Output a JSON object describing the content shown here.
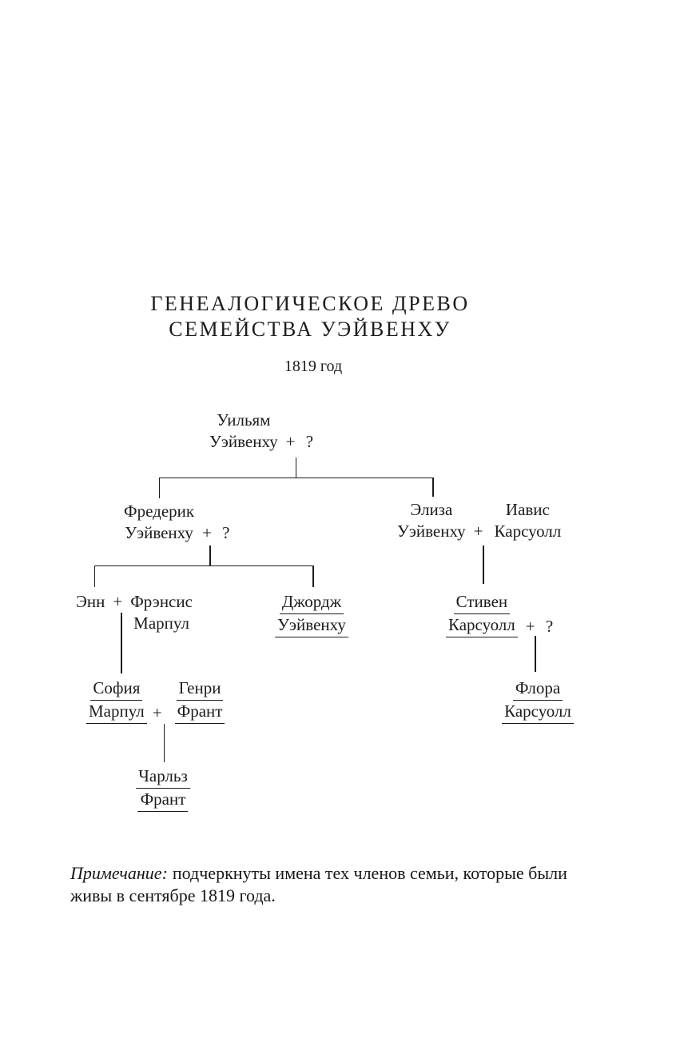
{
  "title": {
    "line1": "ГЕНЕАЛОГИЧЕСКОЕ ДРЕВО",
    "line2": "СЕМЕЙСТВА УЭЙВЕНХУ",
    "year": "1819 год"
  },
  "tree": {
    "plus": "+",
    "william": {
      "first": "Уильям",
      "last": "Уэйвенху",
      "spouse": "+ ?"
    },
    "frederick": {
      "first": "Фредерик",
      "last": "Уэйвенху",
      "spouse": "+ ?"
    },
    "eliza": {
      "first": "Элиза",
      "last": "Уэйвенху"
    },
    "iavis": {
      "first": "Иавис",
      "last": "Карсуолл"
    },
    "ann": {
      "first": "Энн"
    },
    "francis": {
      "first": "Фрэнсис",
      "last": "Марпул"
    },
    "george": {
      "first": "Джордж",
      "last": "Уэйвенху"
    },
    "stephen": {
      "first": "Стивен",
      "last": "Карсуолл",
      "spouse": "+ ?"
    },
    "sophia": {
      "first": "София",
      "last": "Марпул"
    },
    "henry": {
      "first": "Генри",
      "last": "Франт"
    },
    "flora": {
      "first": "Флора",
      "last": "Карсуолл"
    },
    "charles": {
      "first": "Чарльз",
      "last": "Франт"
    }
  },
  "note": {
    "label": "Примечание:",
    "line1": "подчеркнуты имена тех членов семьи, которые были",
    "line2": "живы в сентябре 1819 года."
  }
}
